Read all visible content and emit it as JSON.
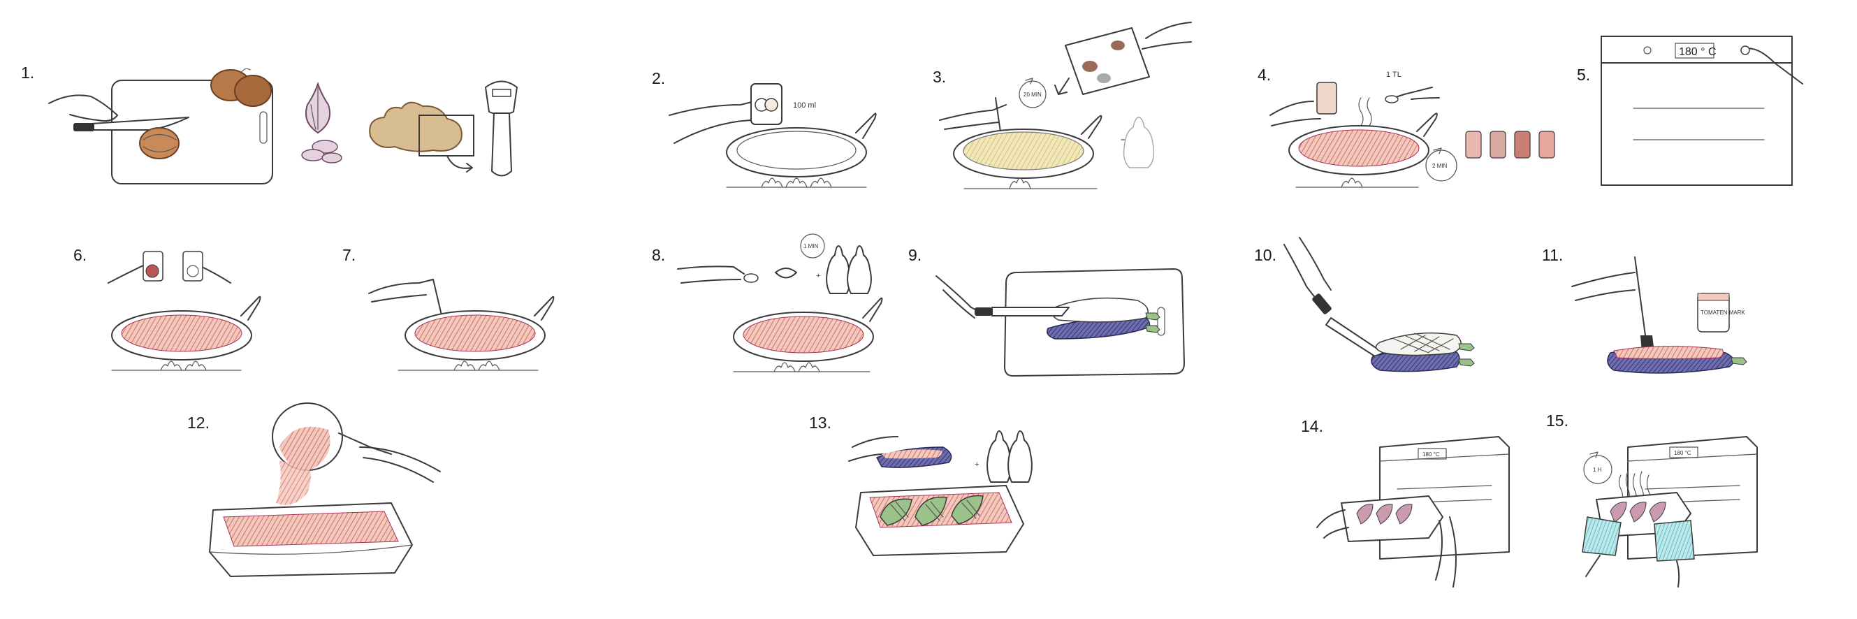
{
  "steps": [
    {
      "number": "1.",
      "label": ""
    },
    {
      "number": "2.",
      "label": "100 ml"
    },
    {
      "number": "3.",
      "label": "20 MIN"
    },
    {
      "number": "4.",
      "label": "1 TL",
      "timer": "2 MIN"
    },
    {
      "number": "5.",
      "label": "180 ° C"
    },
    {
      "number": "6.",
      "label": ""
    },
    {
      "number": "7.",
      "label": ""
    },
    {
      "number": "8.",
      "label": "1 MIN"
    },
    {
      "number": "9.",
      "label": ""
    },
    {
      "number": "10.",
      "label": ""
    },
    {
      "number": "11.",
      "label": "TOMATEN MARK"
    },
    {
      "number": "12.",
      "label": ""
    },
    {
      "number": "13.",
      "label": ""
    },
    {
      "number": "14.",
      "label": "180 °C"
    },
    {
      "number": "15.",
      "label": "180 °C",
      "timer": "1 H"
    }
  ],
  "colors": {
    "onion": "#b87a4a",
    "garlic": "#a0708a",
    "ginger": "#c9a77a",
    "oil": "#e8d9a0",
    "sauce": "#d9897a",
    "eggplant": "#4a4a8a",
    "mitts": "#8fd3d6",
    "line": "#3a3a3a"
  }
}
